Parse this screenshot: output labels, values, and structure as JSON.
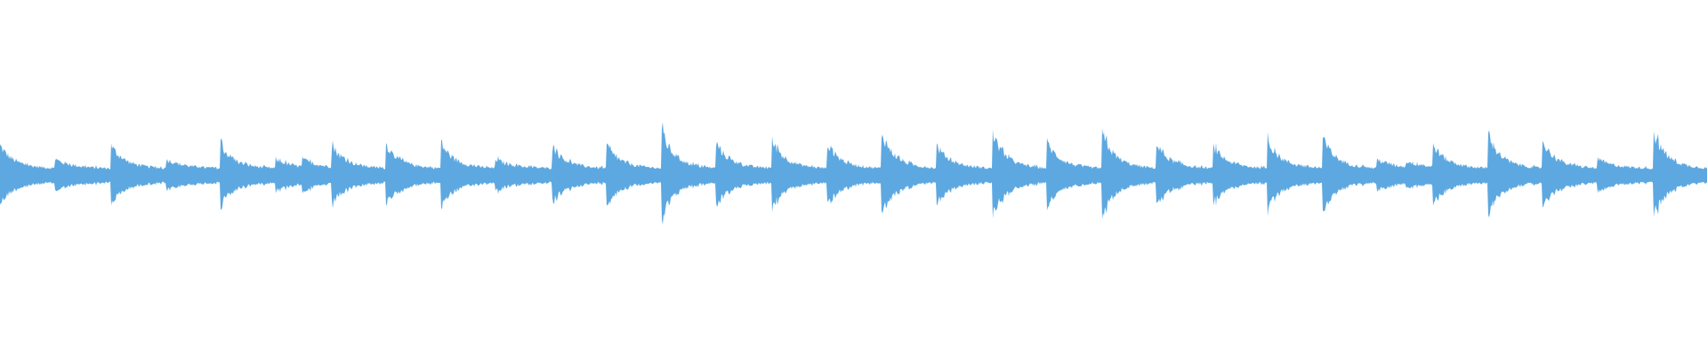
{
  "waveform": {
    "color": "#5DA8E0",
    "background": "#FFFFFF",
    "onsets": [
      {
        "time": 0.0,
        "peak": 0.4
      },
      {
        "time": 0.032,
        "peak": 0.18
      },
      {
        "time": 0.065,
        "peak": 0.4
      },
      {
        "time": 0.097,
        "peak": 0.18
      },
      {
        "time": 0.129,
        "peak": 0.42
      },
      {
        "time": 0.161,
        "peak": 0.18
      },
      {
        "time": 0.177,
        "peak": 0.18
      },
      {
        "time": 0.194,
        "peak": 0.42
      },
      {
        "time": 0.226,
        "peak": 0.42
      },
      {
        "time": 0.258,
        "peak": 0.45
      },
      {
        "time": 0.29,
        "peak": 0.18
      },
      {
        "time": 0.323,
        "peak": 0.4
      },
      {
        "time": 0.355,
        "peak": 0.4
      },
      {
        "time": 0.387,
        "peak": 0.65
      },
      {
        "time": 0.419,
        "peak": 0.45
      },
      {
        "time": 0.452,
        "peak": 0.48
      },
      {
        "time": 0.484,
        "peak": 0.45
      },
      {
        "time": 0.516,
        "peak": 0.62
      },
      {
        "time": 0.548,
        "peak": 0.42
      },
      {
        "time": 0.581,
        "peak": 0.6
      },
      {
        "time": 0.613,
        "peak": 0.45
      },
      {
        "time": 0.645,
        "peak": 0.62
      },
      {
        "time": 0.677,
        "peak": 0.42
      },
      {
        "time": 0.71,
        "peak": 0.4
      },
      {
        "time": 0.742,
        "peak": 0.5
      },
      {
        "time": 0.774,
        "peak": 0.55
      },
      {
        "time": 0.806,
        "peak": 0.18
      },
      {
        "time": 0.823,
        "peak": 0.15
      },
      {
        "time": 0.839,
        "peak": 0.42
      },
      {
        "time": 0.871,
        "peak": 0.6
      },
      {
        "time": 0.903,
        "peak": 0.48
      },
      {
        "time": 0.935,
        "peak": 0.18
      },
      {
        "time": 0.968,
        "peak": 0.62
      }
    ]
  }
}
